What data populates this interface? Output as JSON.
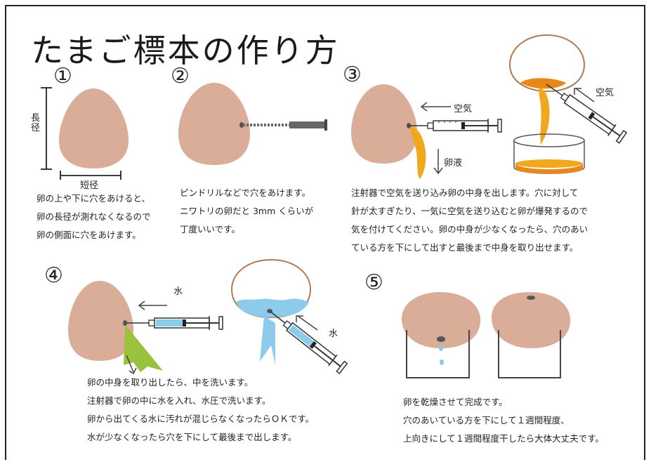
{
  "title": "たまご標本の作り方",
  "steps": [
    {
      "number": "①",
      "labels": {
        "long": "長径",
        "short": "短径"
      },
      "lines": [
        "卵の上や下に穴をあけると、",
        "卵の長径が測れなくなるので",
        "卵の側面に穴をあけます。"
      ]
    },
    {
      "number": "②",
      "lines": [
        "ピンドリルなどで穴をあけます。",
        "ニワトリの卵だと 3mm くらいが",
        "丁度いいです。"
      ]
    },
    {
      "number": "③",
      "labels": {
        "air1": "空気",
        "air2": "空気",
        "yolk": "卵液"
      },
      "lines": [
        "注射器で空気を送り込み卵の中身を出します。穴に対して",
        "針が太すぎたり、一気に空気を送り込むと卵が爆発するので",
        "気を付けてください。卵の中身が少なくなったら、穴のあい",
        "ている方を下にして出すと最後まで中身を取り出せます。"
      ]
    },
    {
      "number": "④",
      "labels": {
        "water1": "水",
        "water2": "水"
      },
      "lines": [
        "卵の中身を取り出したら、中を洗います。",
        "注射器で卵の中に水を入れ、水圧で洗います。",
        "卵から出てくる水に汚れが混じらなくなったらＯＫです。",
        "水が少なくなったら穴を下にして最後まで出します。"
      ]
    },
    {
      "number": "⑤",
      "lines": [
        "卵を乾燥させて完成です。",
        "穴のあいている方を下にして１週間程度、",
        "上向きにして１週間程度干したら大体大丈夫です。"
      ]
    }
  ],
  "colors": {
    "egg": "#d9ad98",
    "yolk": "#f0a81c",
    "yolkDark": "#e8881a",
    "water": "#8dcbec",
    "dirty": "#9bc23c",
    "syringe": "#333333"
  }
}
